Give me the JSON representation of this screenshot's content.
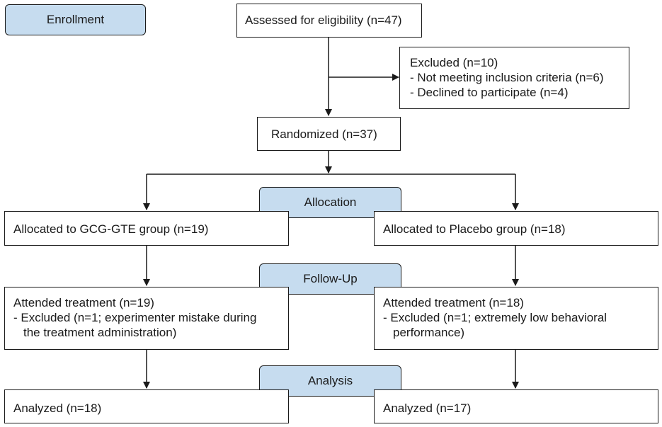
{
  "stages": {
    "enrollment": "Enrollment",
    "allocation": "Allocation",
    "follow_up": "Follow-Up",
    "analysis": "Analysis"
  },
  "assessed": "Assessed for eligibility (n=47)",
  "excluded": {
    "title": "Excluded (n=10)",
    "reasons": [
      "- Not meeting inclusion criteria (n=6)",
      "- Declined to participate (n=4)"
    ]
  },
  "randomized": "Randomized (n=37)",
  "arms": {
    "left": {
      "allocated": "Allocated to GCG-GTE group (n=19)",
      "attended": "Attended treatment (n=19)",
      "excluded_line1": "- Excluded (n=1; experimenter mistake during",
      "excluded_line2": "the treatment administration)",
      "analyzed": "Analyzed (n=18)"
    },
    "right": {
      "allocated": "Allocated to Placebo group (n=18)",
      "attended": "Attended treatment (n=18)",
      "excluded_line1": "- Excluded (n=1; extremely low behavioral",
      "excluded_line2": "performance)",
      "analyzed": "Analyzed (n=17)"
    }
  },
  "colors": {
    "stage_fill": "#c6dcef",
    "stroke": "#1a1a1a"
  }
}
